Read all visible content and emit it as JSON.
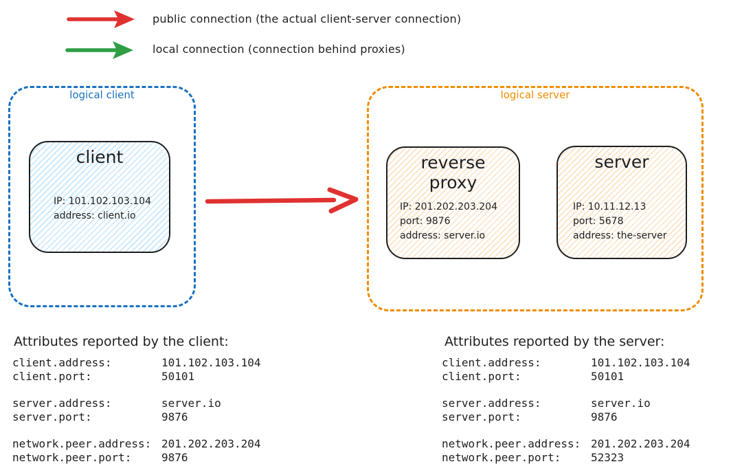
{
  "colors": {
    "public_connection": "#e03131",
    "local_connection": "#2f9e44",
    "logical_client_frame": "#1971c2",
    "logical_server_frame": "#f08c00",
    "node_border": "#1e1e1e",
    "text": "#1e1e1e",
    "client_node_fill": "#a5d8ff",
    "server_node_fill": "#ffd8a8"
  },
  "legend": {
    "items": [
      {
        "icon": "red-arrow-right",
        "label": "public connection (the actual client-server connection)"
      },
      {
        "icon": "green-arrow-right",
        "label": "local connection (connection behind proxies)"
      }
    ]
  },
  "diagram": {
    "logical_client": {
      "label": "logical client",
      "node": {
        "title": "client",
        "lines": [
          "IP: 101.102.103.104",
          "address: client.io"
        ]
      }
    },
    "logical_server": {
      "label": "logical server",
      "nodes": [
        {
          "title": "reverse proxy",
          "lines": [
            "IP: 201.202.203.204",
            "port: 9876",
            "address: server.io"
          ]
        },
        {
          "title": "server",
          "lines": [
            "IP: 10.11.12.13",
            "port: 5678",
            "address: the-server"
          ]
        }
      ]
    }
  },
  "attributes_client": {
    "heading": "Attributes reported by the client:",
    "rows": [
      {
        "key": "client.address:",
        "value": "101.102.103.104"
      },
      {
        "key": "client.port:",
        "value": "50101"
      },
      {
        "key": "server.address:",
        "value": "server.io"
      },
      {
        "key": "server.port:",
        "value": "9876"
      },
      {
        "key": "network.peer.address:",
        "value": "201.202.203.204"
      },
      {
        "key": "network.peer.port:",
        "value": "9876"
      }
    ]
  },
  "attributes_server": {
    "heading": "Attributes reported by the server:",
    "rows": [
      {
        "key": "client.address:",
        "value": "101.102.103.104"
      },
      {
        "key": "client.port:",
        "value": "50101"
      },
      {
        "key": "server.address:",
        "value": "server.io"
      },
      {
        "key": "server.port:",
        "value": "9876"
      },
      {
        "key": "network.peer.address:",
        "value": "201.202.203.204"
      },
      {
        "key": "network.peer.port:",
        "value": "52323"
      }
    ]
  }
}
